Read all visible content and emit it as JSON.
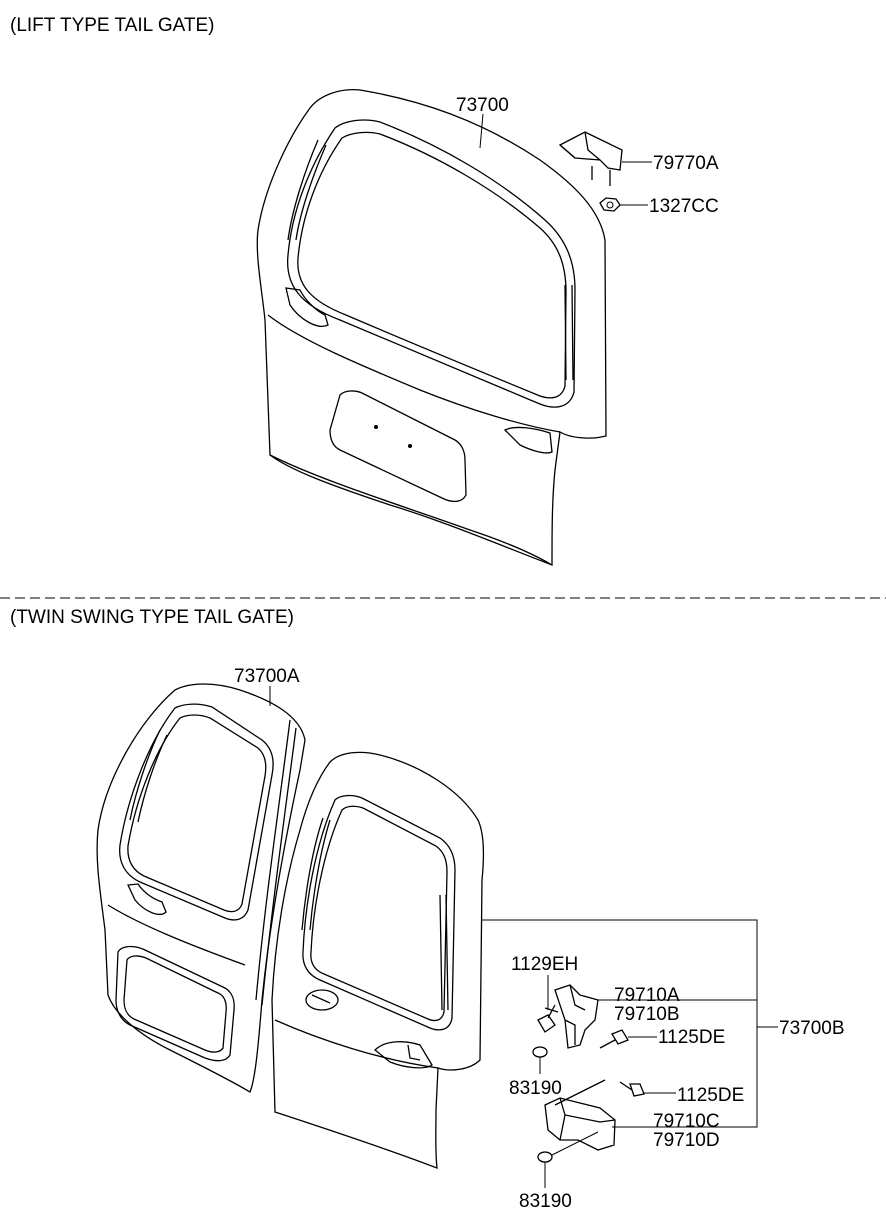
{
  "sections": {
    "lift": {
      "title": "(LIFT TYPE TAIL GATE)"
    },
    "twin": {
      "title": "(TWIN SWING TYPE TAIL GATE)"
    }
  },
  "parts": {
    "p73700": "73700",
    "p79770A": "79770A",
    "p1327CC": "1327CC",
    "p73700A": "73700A",
    "p73700B": "73700B",
    "p1129EH": "1129EH",
    "p79710A": "79710A",
    "p79710B": "79710B",
    "p1125DE_1": "1125DE",
    "p1125DE_2": "1125DE",
    "p83190_1": "83190",
    "p83190_2": "83190",
    "p79710C": "79710C",
    "p79710D": "79710D"
  },
  "colors": {
    "line": "#000000",
    "background": "#ffffff"
  }
}
